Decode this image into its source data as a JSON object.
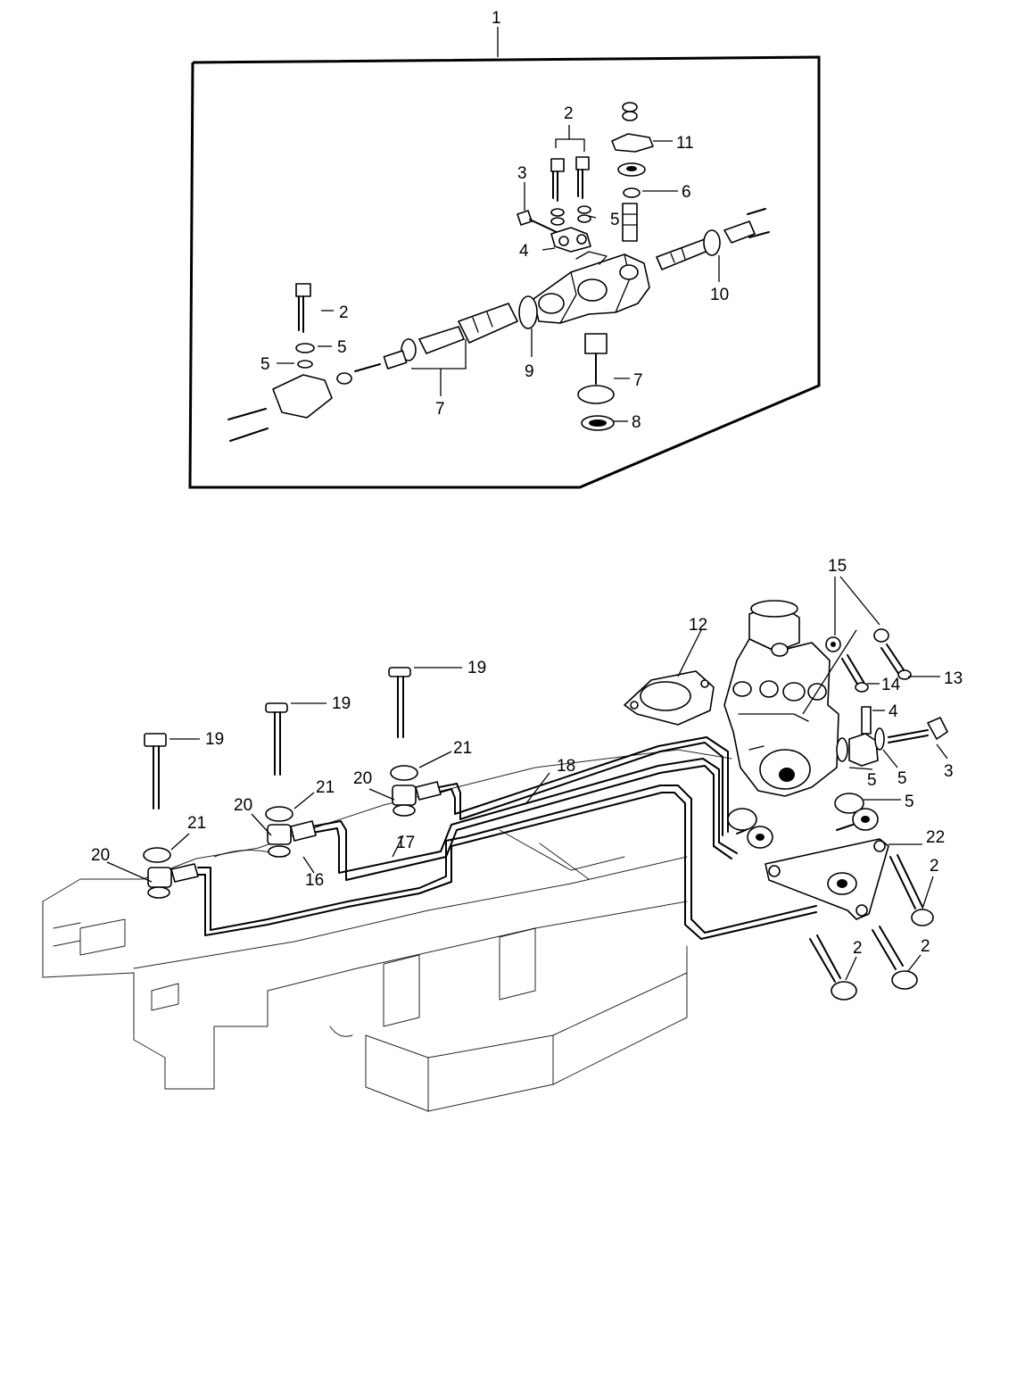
{
  "assembly_label": "1",
  "callouts": [
    {
      "id": "c-2a",
      "text": "2"
    },
    {
      "id": "c-3a",
      "text": "3"
    },
    {
      "id": "c-5a",
      "text": "5"
    },
    {
      "id": "c-4a",
      "text": "4"
    },
    {
      "id": "c-11",
      "text": "11"
    },
    {
      "id": "c-6",
      "text": "6"
    },
    {
      "id": "c-10",
      "text": "10"
    },
    {
      "id": "c-2b",
      "text": "2"
    },
    {
      "id": "c-5b",
      "text": "5"
    },
    {
      "id": "c-5c",
      "text": "5"
    },
    {
      "id": "c-9",
      "text": "9"
    },
    {
      "id": "c-7a",
      "text": "7"
    },
    {
      "id": "c-7b",
      "text": "7"
    },
    {
      "id": "c-8",
      "text": "8"
    },
    {
      "id": "c-15",
      "text": "15"
    },
    {
      "id": "c-12",
      "text": "12"
    },
    {
      "id": "c-13",
      "text": "13"
    },
    {
      "id": "c-14",
      "text": "14"
    },
    {
      "id": "c-4b",
      "text": "4"
    },
    {
      "id": "c-3b",
      "text": "3"
    },
    {
      "id": "c-5d",
      "text": "5"
    },
    {
      "id": "c-5e",
      "text": "5"
    },
    {
      "id": "c-5f",
      "text": "5"
    },
    {
      "id": "c-22",
      "text": "22"
    },
    {
      "id": "c-2c",
      "text": "2"
    },
    {
      "id": "c-2d",
      "text": "2"
    },
    {
      "id": "c-2e",
      "text": "2"
    },
    {
      "id": "c-19a",
      "text": "19"
    },
    {
      "id": "c-19b",
      "text": "19"
    },
    {
      "id": "c-19c",
      "text": "19"
    },
    {
      "id": "c-21a",
      "text": "21"
    },
    {
      "id": "c-21b",
      "text": "21"
    },
    {
      "id": "c-21c",
      "text": "21"
    },
    {
      "id": "c-20a",
      "text": "20"
    },
    {
      "id": "c-20b",
      "text": "20"
    },
    {
      "id": "c-20c",
      "text": "20"
    },
    {
      "id": "c-18",
      "text": "18"
    },
    {
      "id": "c-17",
      "text": "17"
    },
    {
      "id": "c-16",
      "text": "16"
    }
  ]
}
